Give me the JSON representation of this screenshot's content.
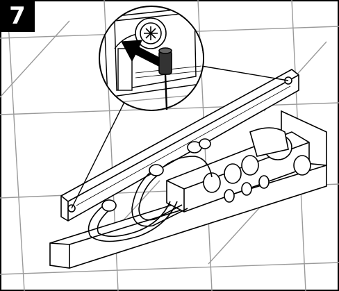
{
  "step": {
    "number": "7"
  },
  "diagram": {
    "subject": "installation-illustration",
    "icons": [
      "wall-tile-grid",
      "mounting-rail",
      "valve-body",
      "screw-head",
      "hex-key",
      "push-arrow",
      "magnifier-callout"
    ],
    "colors": {
      "line": "#000000",
      "tile_line": "#999999",
      "background": "#ffffff",
      "badge": "#000000",
      "badge_text": "#ffffff"
    }
  }
}
